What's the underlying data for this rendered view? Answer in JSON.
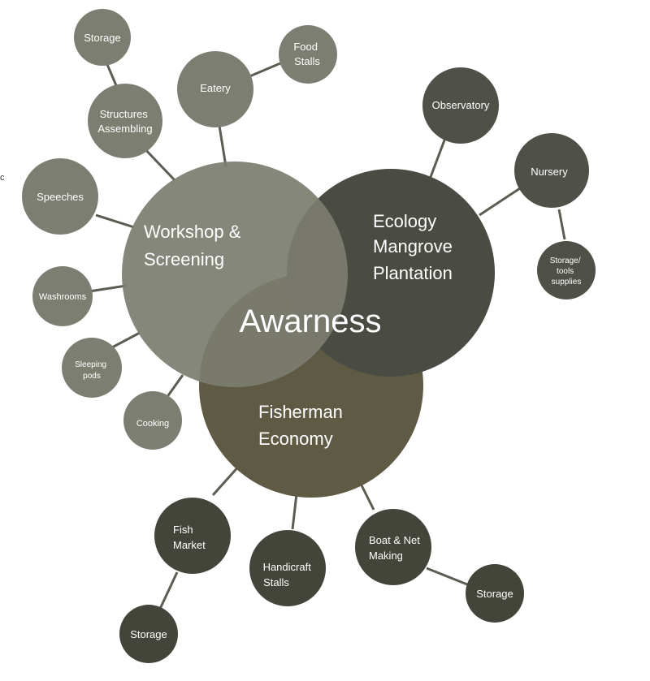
{
  "colors": {
    "workshop": "#7c7d70",
    "ecology": "#4a4c43",
    "fisherman": "#5e5a44",
    "workshop_nodes": "#7d7e72",
    "ecology_nodes": "#4f5149",
    "fisherman_nodes": "#43453a",
    "connector": "#5c5d52"
  },
  "side_mark": "c",
  "center_label": "Awarness",
  "groups": {
    "workshop": {
      "label_lines": [
        "Workshop &",
        "Screening"
      ],
      "nodes": {
        "storage": [
          "Storage"
        ],
        "structures": [
          "Structures",
          "Assembling"
        ],
        "eatery": [
          "Eatery"
        ],
        "food_stalls": [
          "Food",
          "Stalls"
        ],
        "speeches": [
          "Speeches"
        ],
        "washrooms": [
          "Washrooms"
        ],
        "sleeping_pods": [
          "Sleeping",
          "pods"
        ],
        "cooking": [
          "Cooking"
        ]
      }
    },
    "ecology": {
      "label_lines": [
        "Ecology",
        "Mangrove",
        "Plantation"
      ],
      "nodes": {
        "observatory": [
          "Observatory"
        ],
        "nursery": [
          "Nursery"
        ],
        "storage_tools": [
          "Storage/",
          "tools",
          "supplies"
        ]
      }
    },
    "fisherman": {
      "label_lines": [
        "Fisherman",
        "Economy"
      ],
      "nodes": {
        "fish_market": [
          "Fish",
          "Market"
        ],
        "handicraft": [
          "Handicraft",
          "Stalls"
        ],
        "boat_net": [
          "Boat & Net",
          "Making"
        ],
        "storage_right": [
          "Storage"
        ],
        "storage_left": [
          "Storage"
        ]
      }
    }
  }
}
